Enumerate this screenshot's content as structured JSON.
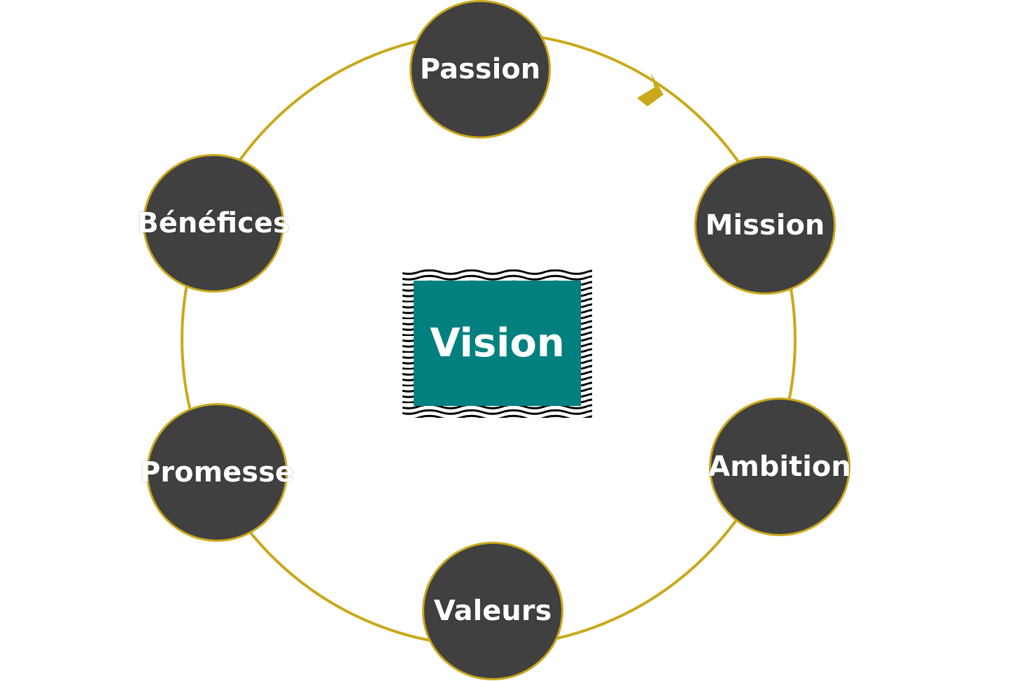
{
  "diagram": {
    "center": {
      "label": "Vision"
    },
    "nodes": [
      {
        "id": "passion",
        "label": "Passion"
      },
      {
        "id": "mission",
        "label": "Mission"
      },
      {
        "id": "ambition",
        "label": "Ambition"
      },
      {
        "id": "valeurs",
        "label": "Valeurs"
      },
      {
        "id": "promesse",
        "label": "Promesse"
      },
      {
        "id": "benefices",
        "label": "Bénéfices"
      }
    ],
    "colors": {
      "ring": "#c9a81a",
      "node_fill": "#404040",
      "node_text": "#ffffff",
      "center_fill": "#028080",
      "frame_pattern": "zebra-black-white"
    },
    "direction": "clockwise"
  }
}
